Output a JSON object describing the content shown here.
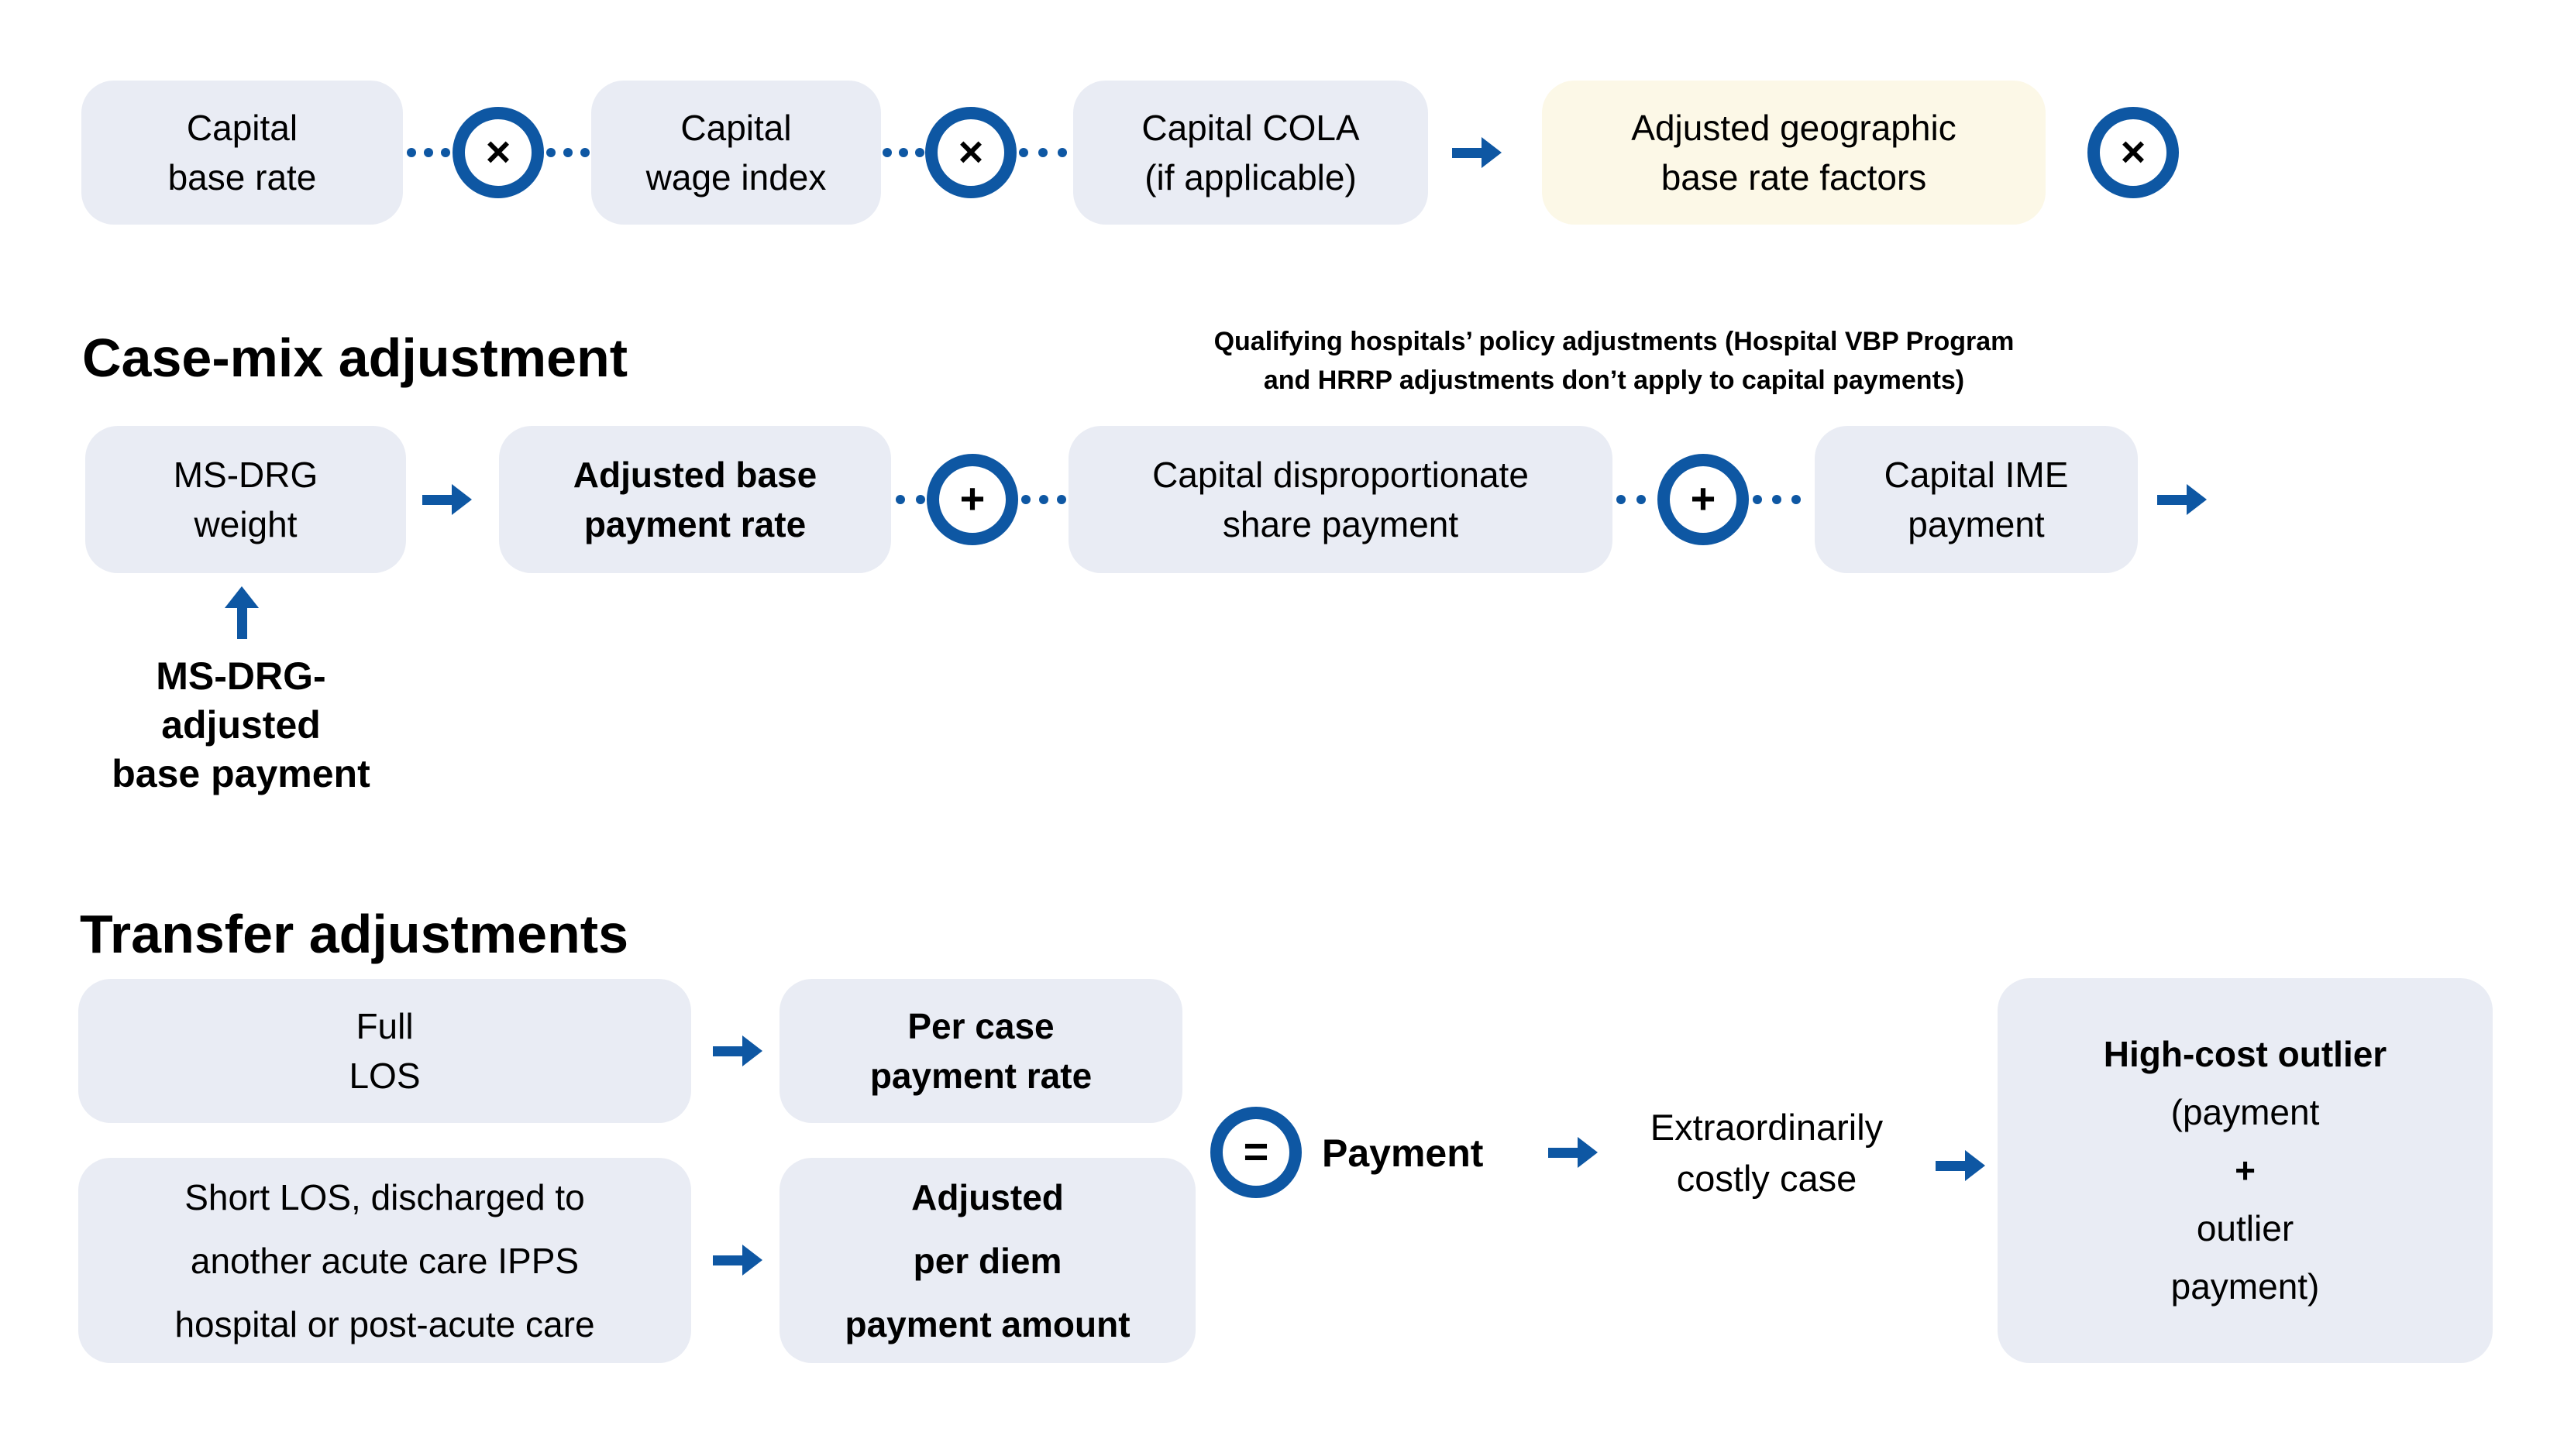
{
  "colors": {
    "box_bg": "#e9ecf4",
    "highlight_bg": "#fcf8e7",
    "accent_blue": "#0e57a3",
    "text": "#000000"
  },
  "sections": {
    "geographic": {
      "boxes": {
        "capital_base_rate": {
          "line1": "Capital",
          "line2": "base rate"
        },
        "capital_wage_index": {
          "line1": "Capital",
          "line2": "wage index"
        },
        "capital_cola": {
          "line1": "Capital COLA",
          "line2": "(if applicable)"
        },
        "adjusted_geographic": {
          "line1": "Adjusted geographic",
          "line2": "base rate factors"
        }
      },
      "operators": {
        "multiply": "×"
      }
    },
    "case_mix": {
      "heading": "Case-mix adjustment",
      "note": {
        "line1": "Qualifying hospitals’ policy adjustments (Hospital VBP Program",
        "line2": "and HRRP adjustments don’t apply to capital payments)"
      },
      "boxes": {
        "ms_drg_weight": {
          "line1": "MS-DRG",
          "line2": "weight"
        },
        "adjusted_base_payment_rate": {
          "line1": "Adjusted base",
          "line2": "payment rate"
        },
        "capital_dsh": {
          "line1": "Capital disproportionate",
          "line2": "share payment"
        },
        "capital_ime": {
          "line1": "Capital IME",
          "line2": "payment"
        }
      },
      "operators": {
        "plus": "+"
      },
      "ms_drg_note": {
        "line1": "MS-DRG-",
        "line2": "adjusted",
        "line3": "base payment"
      }
    },
    "transfer": {
      "heading": "Transfer adjustments",
      "boxes": {
        "full_los": {
          "line1": "Full",
          "line2": "LOS"
        },
        "per_case": {
          "line1": "Per case",
          "line2": "payment rate"
        },
        "short_los": {
          "line1": "Short LOS, discharged to",
          "line2": "another acute care IPPS",
          "line3": "hospital or post-acute care"
        },
        "adjusted_per_diem": {
          "line1": "Adjusted",
          "line2": "per diem",
          "line3": "payment amount"
        },
        "high_cost_outlier": {
          "line1": "High-cost outlier",
          "line2": "(payment",
          "line3": "+",
          "line4": "outlier",
          "line5": "payment)"
        }
      },
      "operators": {
        "equals": "="
      },
      "labels": {
        "payment": "Payment",
        "costly_case": {
          "line1": "Extraordinarily",
          "line2": "costly case"
        }
      }
    }
  }
}
